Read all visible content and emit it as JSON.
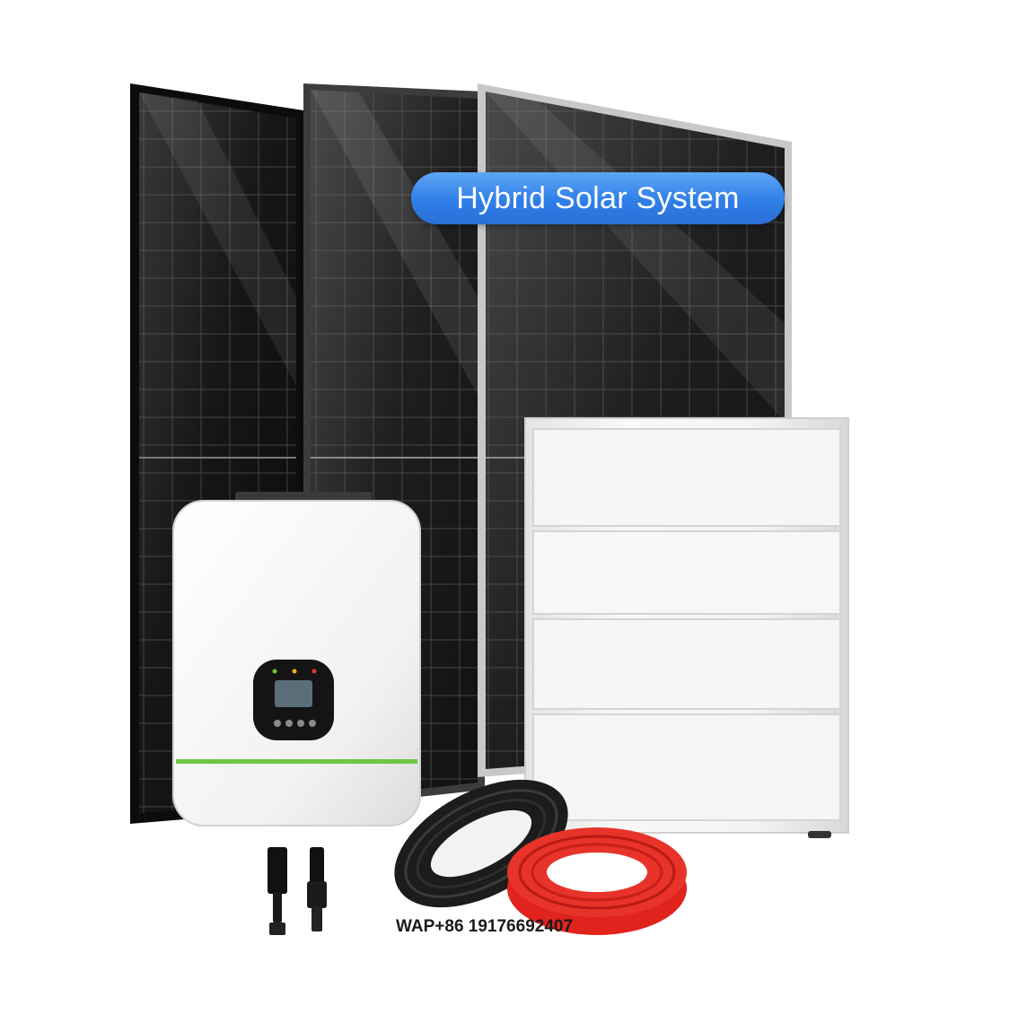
{
  "badge": {
    "text": "Hybrid Solar System",
    "color": "#2f7fe8"
  },
  "watermark": {
    "text": "WAP+86 19176692407"
  },
  "products": {
    "panel_count": 3,
    "battery_module_count": 4,
    "cable_colors": [
      "#1c1c1c",
      "#e0231c"
    ],
    "inverter_stripe_color": "#6cc644"
  }
}
